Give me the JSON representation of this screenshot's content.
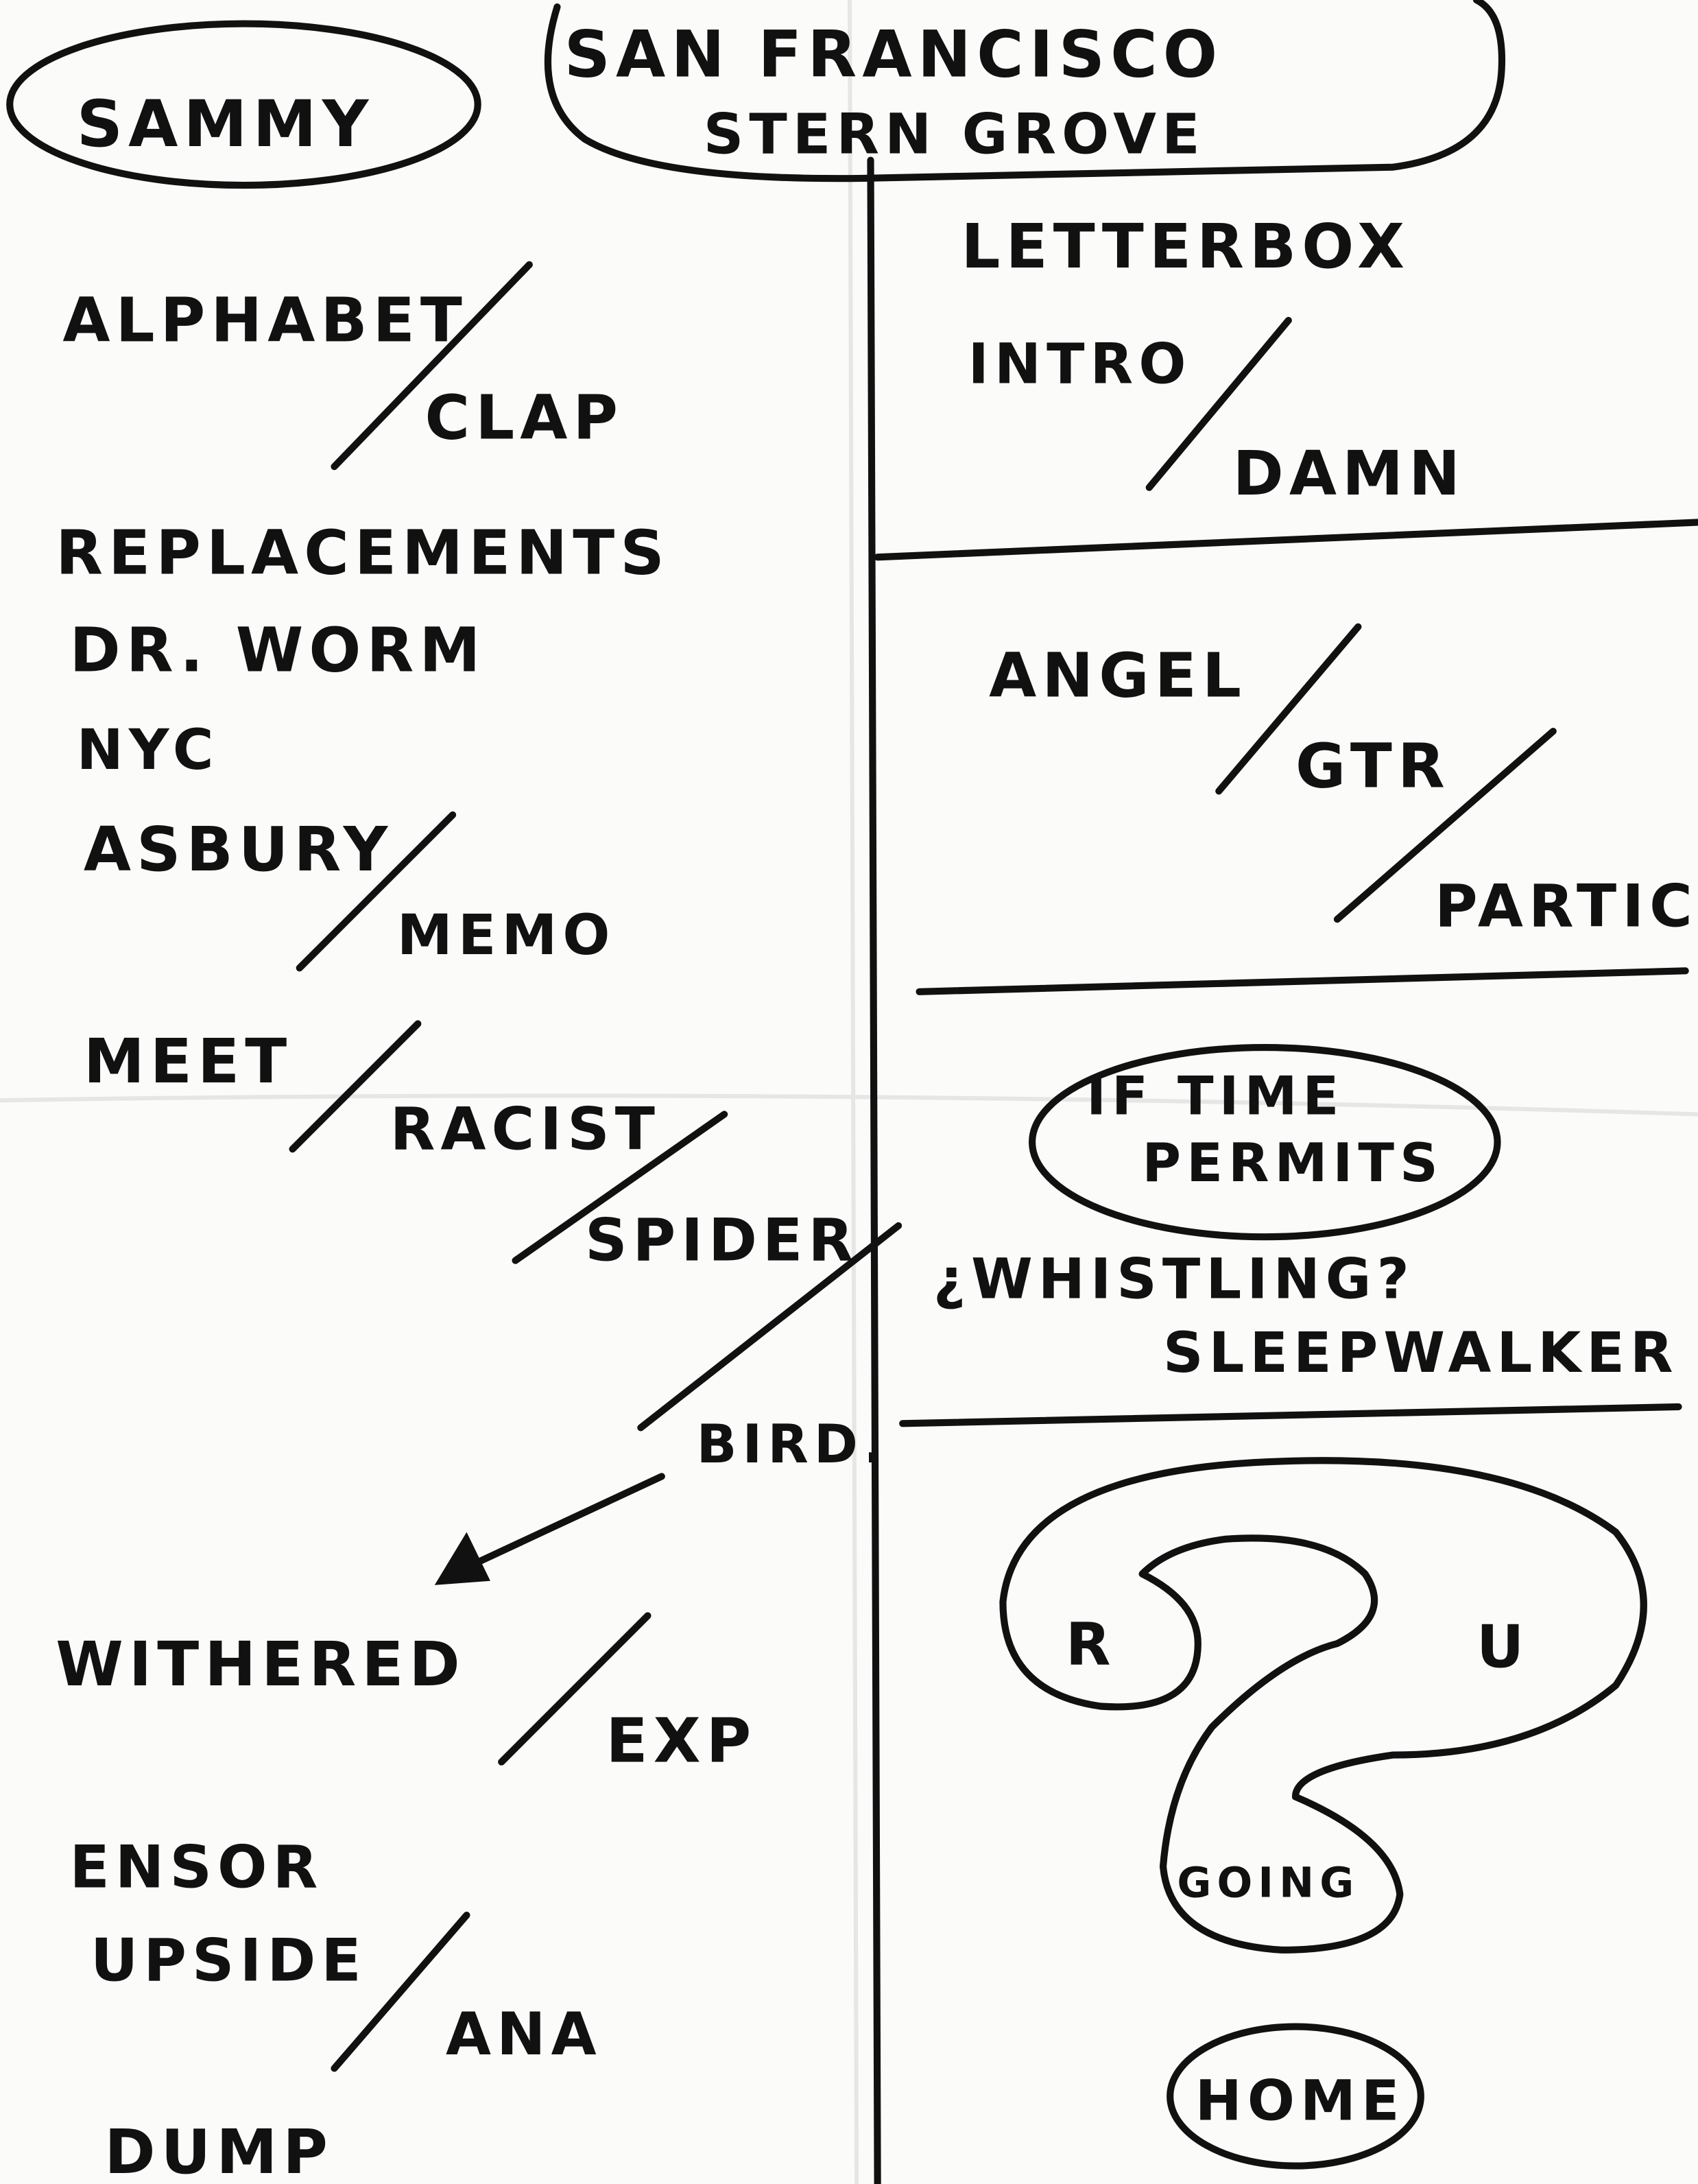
{
  "header": {
    "band": "SAMMY",
    "venue_city": "SAN FRANCISCO",
    "venue_name": "STERN GROVE"
  },
  "left_column": {
    "alphabet": "ALPHABET",
    "clap": "CLAP",
    "replacements": "REPLACEMENTS",
    "dr_worm": "DR. WORM",
    "nyc": "NYC",
    "asbury": "ASBURY",
    "memo": "MEMO",
    "meet": "MEET",
    "racist": "RACIST",
    "spider": "SPIDER",
    "bird": "BIRD.",
    "withered": "WITHERED",
    "exp": "EXP",
    "ensor": "ENSOR",
    "upside": "UPSIDE",
    "ana": "ANA",
    "dump": "DUMP"
  },
  "right_column": {
    "letterbox": "LETTERBOX",
    "intro": "INTRO",
    "damn": "DAMN",
    "angel": "ANGEL",
    "gtr": "GTR",
    "particu": "PARTICU",
    "if_time_line1": "IF TIME",
    "if_time_line2": "PERMITS",
    "whistling": "¿WHISTLING?",
    "sleepwalker": "SLEEPWALKER",
    "qmark_r": "R",
    "qmark_u": "U",
    "qmark_going": "GOING",
    "home": "HOME"
  },
  "colors": {
    "paper": "#fbfbfa",
    "ink": "#111111"
  }
}
